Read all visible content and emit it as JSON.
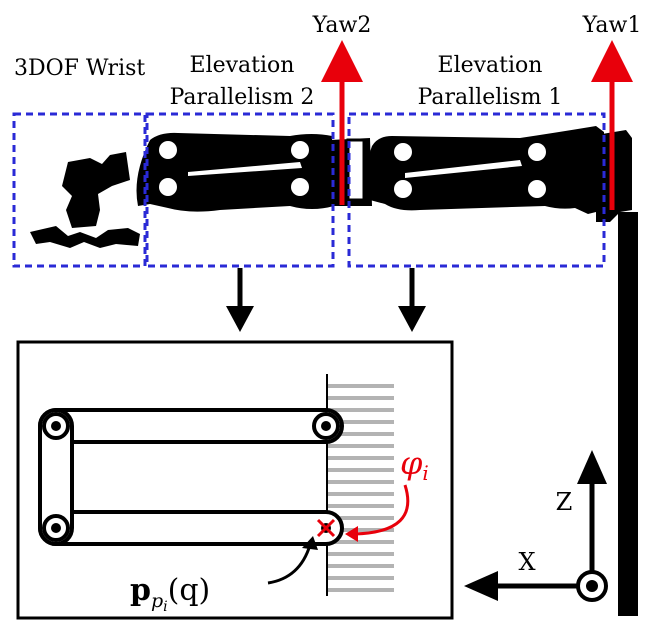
{
  "labels": {
    "wrist": "3DOF Wrist",
    "elev2_line1": "Elevation",
    "elev2_line2": "Parallelism 2",
    "elev1_line1": "Elevation",
    "elev1_line2": "Parallelism 1",
    "yaw2": "Yaw2",
    "yaw1": "Yaw1",
    "axis_z": "Z",
    "axis_x": "X",
    "phi_symbol": "φ",
    "phi_sub": "i",
    "p_symbol": "p",
    "p_sub_main": "p",
    "p_sub_sub": "i",
    "p_arg": "(q)"
  },
  "colors": {
    "link": "#000000",
    "dashed_box": "#2a2ad6",
    "yaw_axis": "#e8000b",
    "annotation": "#e8000b",
    "hatch": "#b3b3b3",
    "background": "#ffffff"
  },
  "icons": {
    "yaw_arrow": "red-up-arrow",
    "flow_arrow": "black-down-arrow",
    "joint": "pin-joint-circle",
    "ground_hatch": "hatched-wall",
    "target_marker": "red-cross"
  }
}
